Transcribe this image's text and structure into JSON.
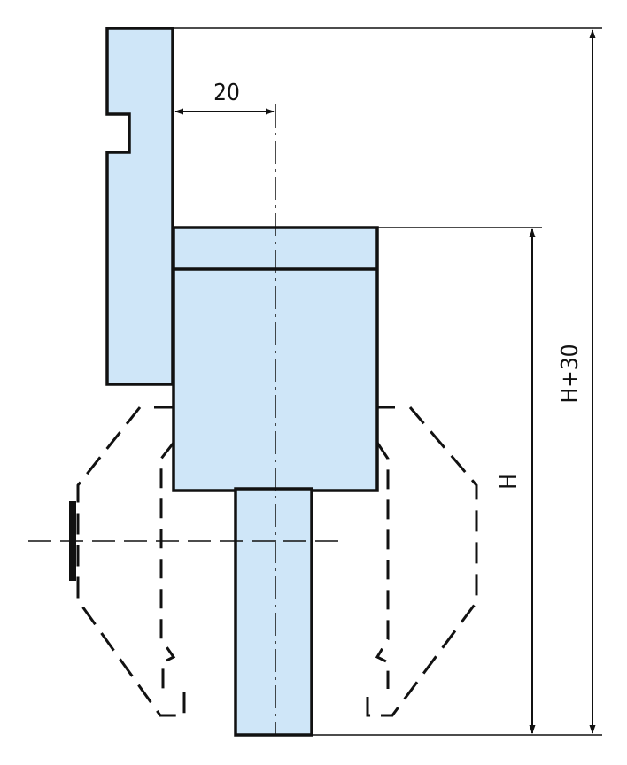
{
  "labels": {
    "offset": "20",
    "height": "H",
    "total_height": "H+30"
  },
  "colors": {
    "part_fill": "#cfe6f8",
    "line": "#111111",
    "background": "#ffffff"
  }
}
